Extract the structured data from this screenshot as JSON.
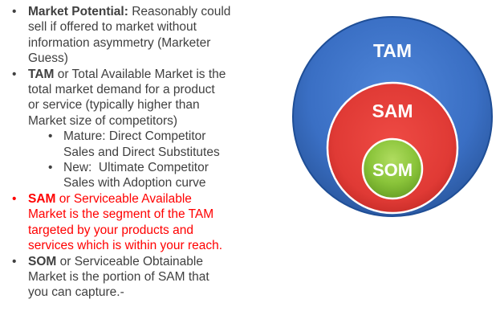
{
  "bullets": {
    "market_potential": {
      "term": "Market Potential:",
      "lines": [
        " Reasonably could",
        "sell if offered to market without",
        "information asymmetry (Marketer",
        "Guess)"
      ]
    },
    "tam": {
      "term": "TAM",
      "lines": [
        " or Total Available Market is the",
        "total market demand for a product",
        "or service (typically higher than",
        "Market size of competitors)"
      ],
      "subs": [
        {
          "lines": [
            "Mature: Direct Competitor",
            "Sales and Direct Substitutes"
          ]
        },
        {
          "lines": [
            "New:  Ultimate Competitor",
            "Sales with Adoption curve"
          ]
        }
      ]
    },
    "sam": {
      "term": "SAM",
      "lines": [
        " or Serviceable Available",
        "Market is the segment of the TAM",
        "targeted by your products and",
        "services which is within your reach."
      ]
    },
    "som": {
      "term": "SOM",
      "lines": [
        " or Serviceable Obtainable",
        "Market is the portion of SAM that",
        "you can capture.-"
      ]
    }
  },
  "diagram": {
    "tam_label": "TAM",
    "sam_label": "SAM",
    "som_label": "SOM",
    "colors": {
      "tam": "#3a6fc4",
      "sam": "#e03a35",
      "som": "#8ac43a"
    }
  }
}
